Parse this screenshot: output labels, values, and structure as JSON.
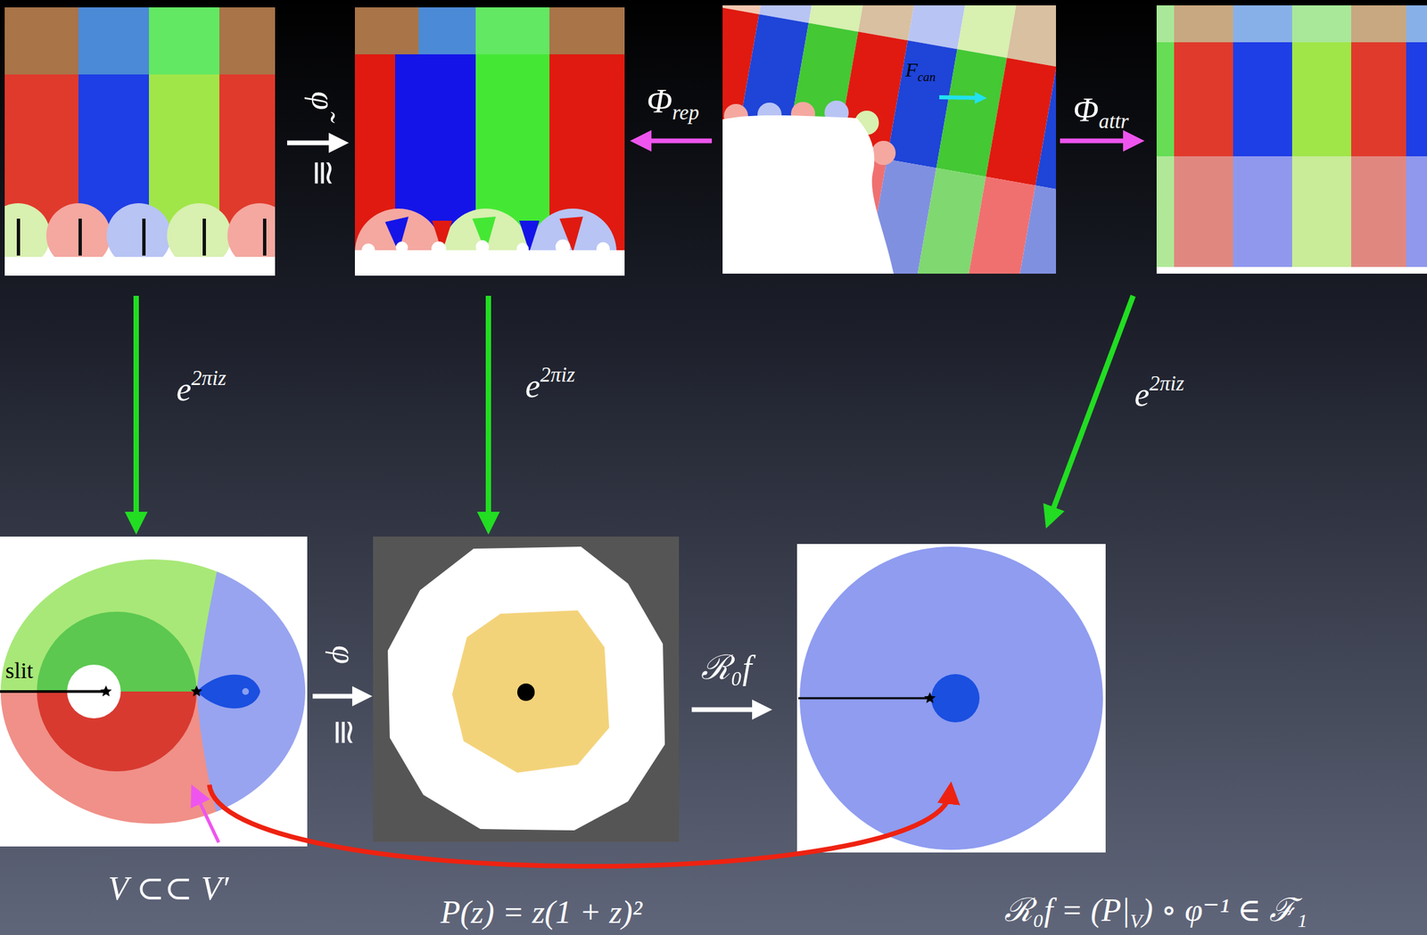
{
  "diagram": {
    "labels": [
      "φ̃",
      "≅",
      "Φ",
      "rep",
      "F",
      "can",
      "Φ",
      "attr",
      "e",
      "2πiz",
      "e",
      "2πiz",
      "e",
      "2πiz",
      "slit",
      "φ",
      "≅",
      "ℛ₀f",
      "V ⊂⊂ V′",
      "P(z) = z(1 + z)²",
      "ℛ₀f = (P|",
      "V",
      ") ∘ φ⁻¹ ∈ ℱ₁"
    ]
  }
}
